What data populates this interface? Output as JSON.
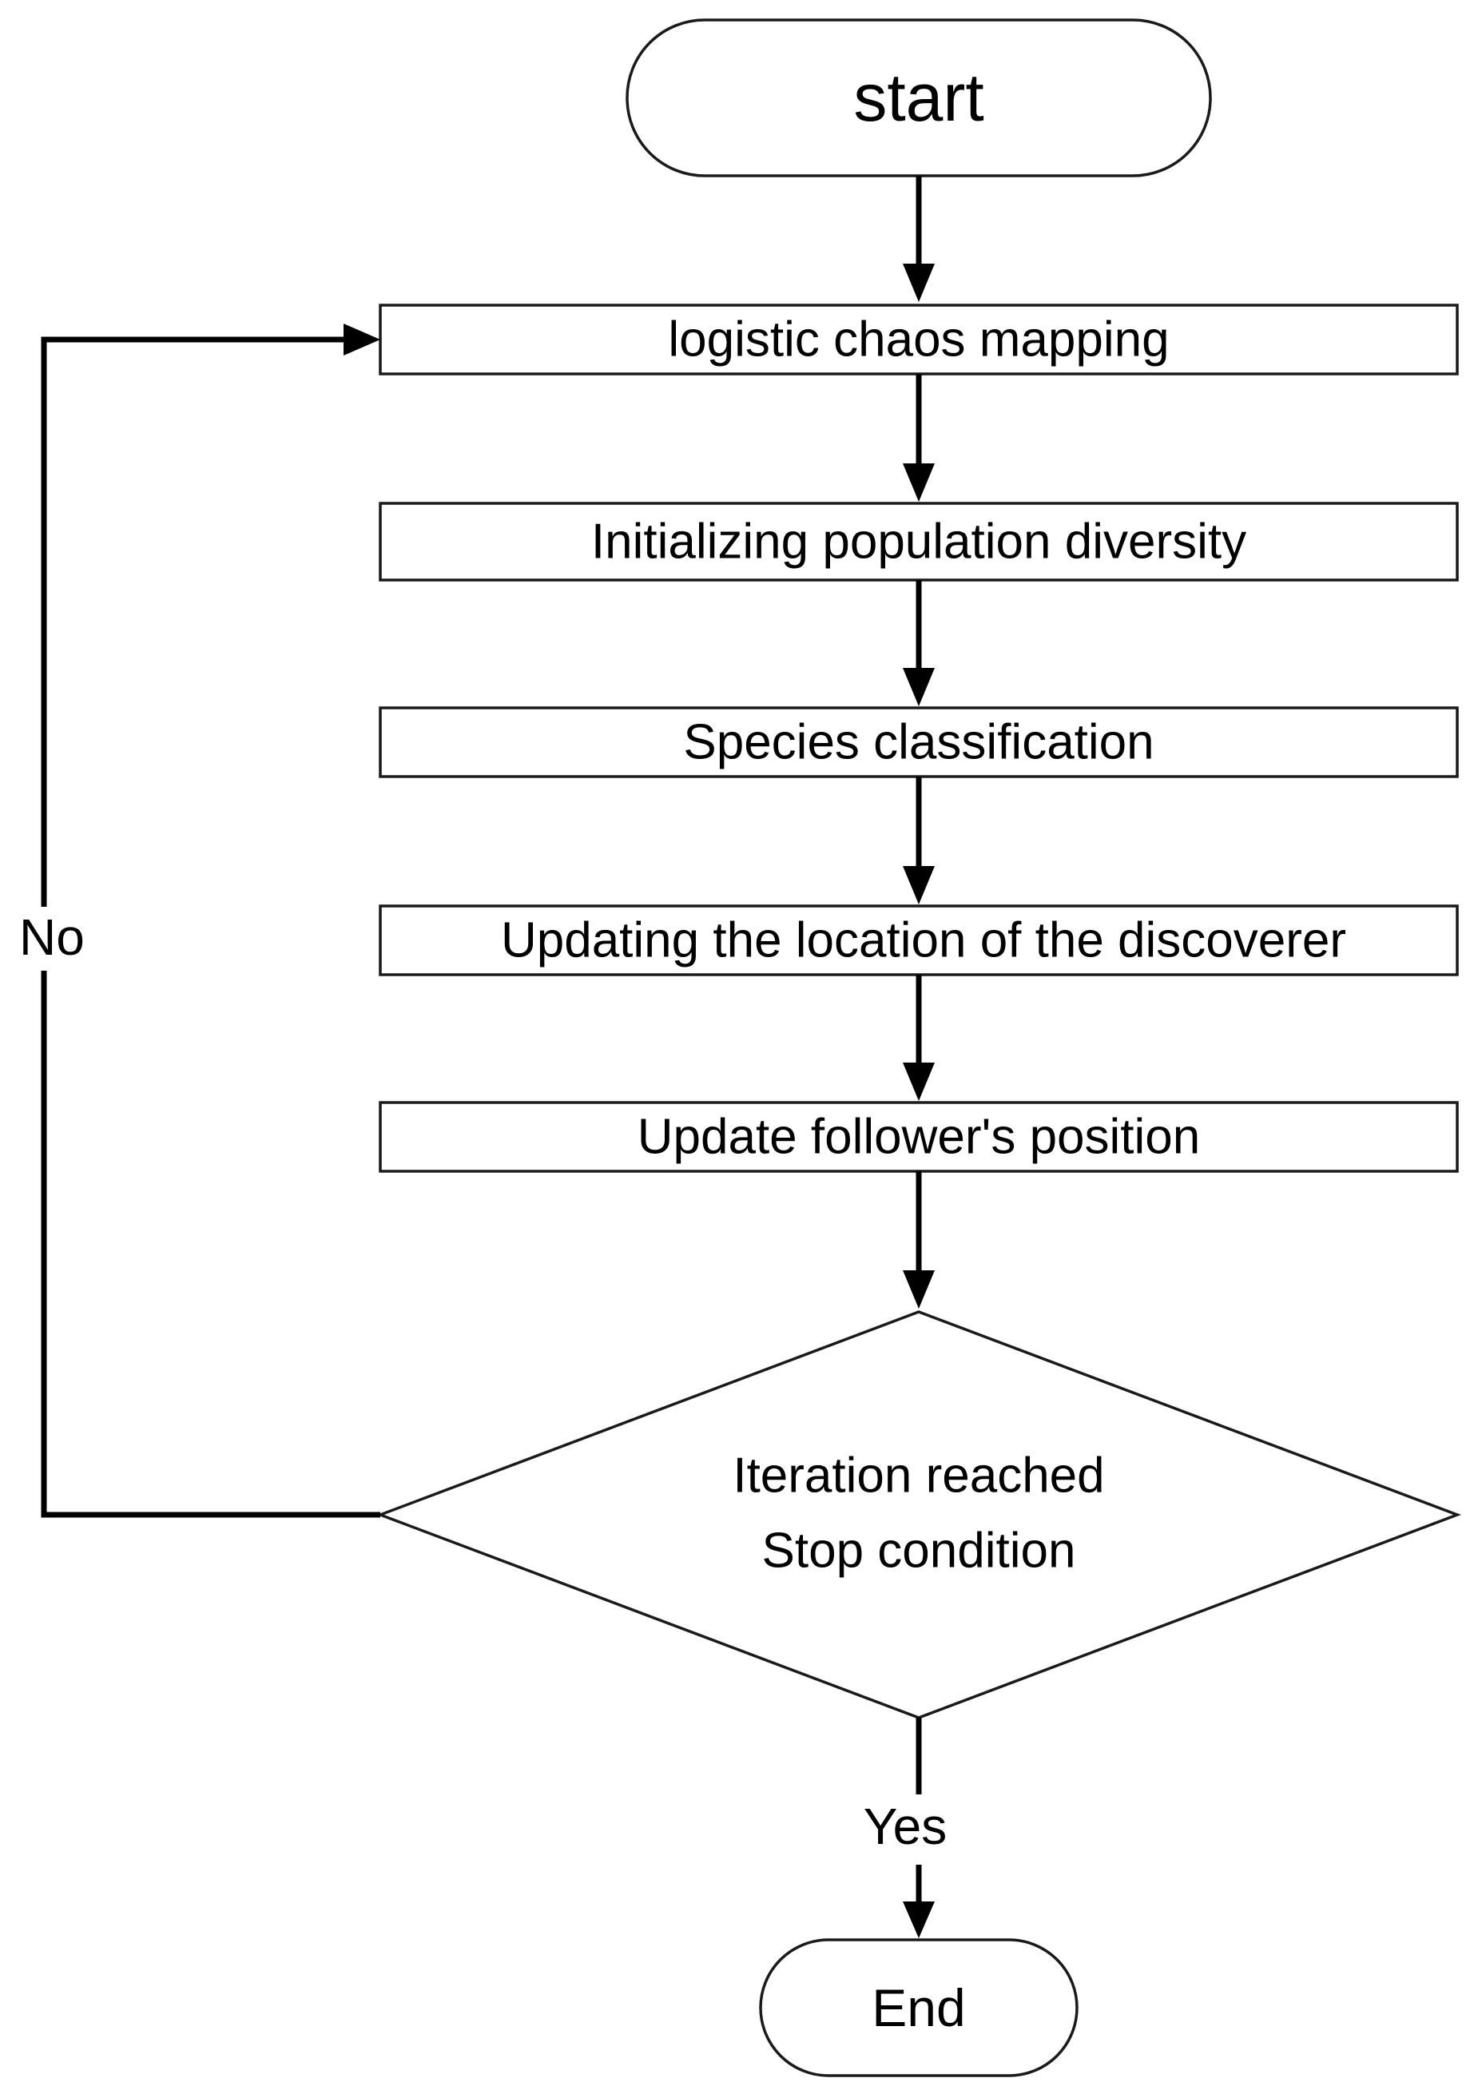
{
  "nodes": {
    "start": "start",
    "logistic": "logistic chaos mapping",
    "init": "Initializing population diversity",
    "species": "Species classification",
    "discoverer": "Updating the location of the discoverer",
    "follower": "Update follower's position",
    "decision_line1": "Iteration reached",
    "decision_line2": "Stop condition",
    "end": "End"
  },
  "edges": {
    "no": "No",
    "yes": "Yes"
  }
}
